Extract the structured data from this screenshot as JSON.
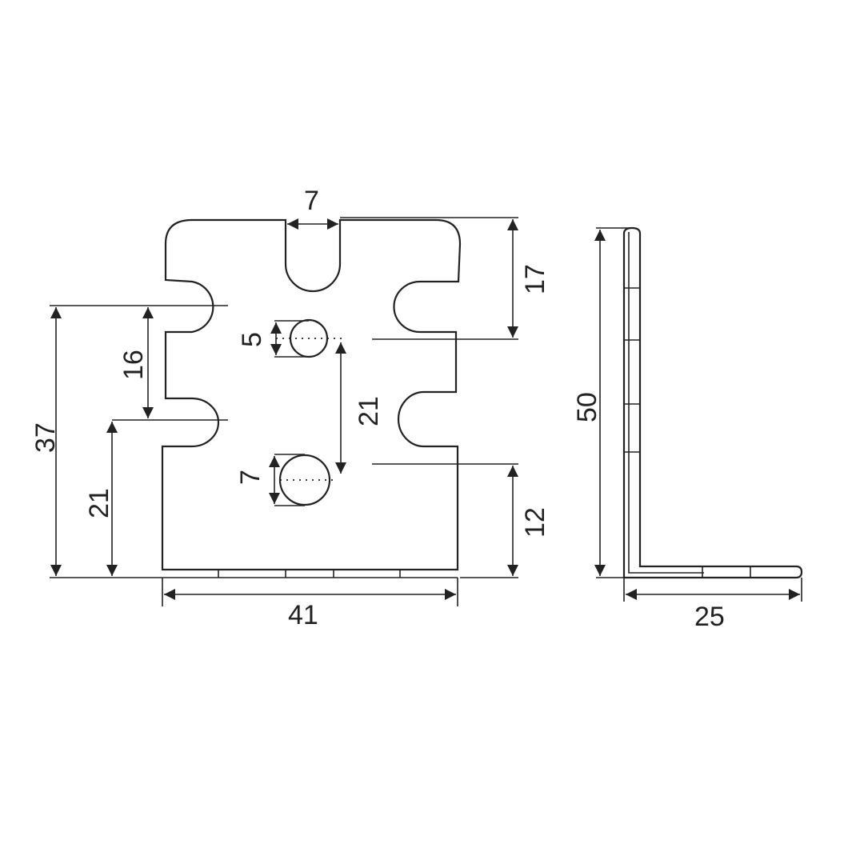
{
  "drawing": {
    "front_view": {
      "slot_width": "7",
      "top_to_hole": "17",
      "notch_pitch": "16",
      "bottom_to_notch": "21",
      "overall_left": "37",
      "small_hole_dia": "5",
      "large_hole_dia": "7",
      "hole_spacing": "21",
      "bottom_to_hole": "12",
      "width": "41"
    },
    "side_view": {
      "height": "50",
      "leg_length": "25"
    }
  }
}
